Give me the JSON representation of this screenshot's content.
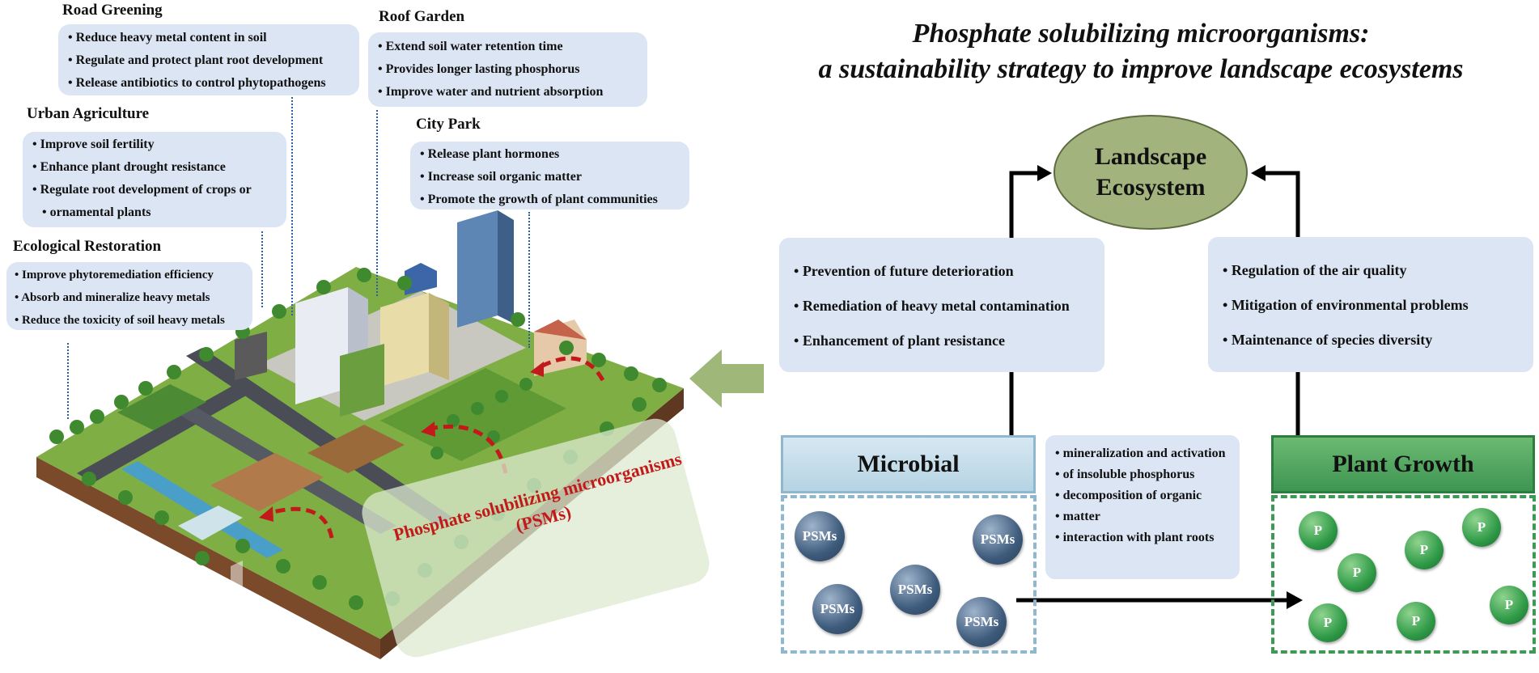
{
  "title": {
    "line1": "Phosphate solubilizing microorganisms:",
    "line2": "a sustainability strategy to improve landscape ecosystems"
  },
  "callouts": {
    "road_greening": {
      "heading": "Road Greening",
      "items": [
        "Reduce heavy metal content in soil",
        "Regulate and protect plant root development",
        "Release antibiotics to control phytopathogens"
      ]
    },
    "roof_garden": {
      "heading": "Roof Garden",
      "items": [
        "Extend soil water retention time",
        "Provides longer lasting phosphorus",
        "Improve water and nutrient absorption"
      ]
    },
    "urban_agriculture": {
      "heading": "Urban Agriculture",
      "items": [
        "Improve soil fertility",
        "Enhance plant drought resistance",
        "Regulate root development of crops or",
        "ornamental plants"
      ]
    },
    "city_park": {
      "heading": "City Park",
      "items": [
        "Release plant hormones",
        "Increase soil organic matter",
        "Promote the growth of plant communities"
      ]
    },
    "ecological_restoration": {
      "heading": "Ecological Restoration",
      "items": [
        "Improve phytoremediation efficiency",
        "Absorb and mineralize heavy metals",
        "Reduce the toxicity of soil heavy metals"
      ]
    }
  },
  "psm_label": {
    "line1": "Phosphate solubilizing microorganisms",
    "line2": "(PSMs)"
  },
  "landscape": {
    "line1": "Landscape",
    "line2": "Ecosystem"
  },
  "left_box": [
    "Prevention of future deterioration",
    "Remediation of heavy metal contamination",
    "Enhancement of plant resistance"
  ],
  "right_box": [
    "Regulation of the air quality",
    "Mitigation of environmental problems",
    "Maintenance of species diversity"
  ],
  "microbial": {
    "label": "Microbial",
    "ball_label": "PSMs"
  },
  "plant_growth": {
    "label": "Plant Growth",
    "ball_label": "P"
  },
  "mechanisms": [
    "mineralization and activation",
    "of insoluble phosphorus",
    "decomposition of organic",
    "matter",
    "interaction with plant roots"
  ],
  "colors": {
    "callout_bg": "#dce5f3",
    "ellipse_fill": "#a3b37e",
    "microbial_border": "#8fb8cf",
    "plant_border": "#3d9a55",
    "plant_header": "#4fa45e",
    "arrow_green": "#9fb87a",
    "psm_red": "#c21a1a"
  }
}
